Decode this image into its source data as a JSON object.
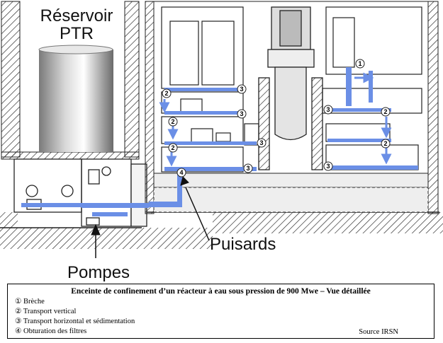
{
  "labels": {
    "reservoir_line1": "Réservoir",
    "reservoir_line2": "PTR",
    "puisards": "Puisards",
    "pompes": "Pompes"
  },
  "markers": [
    "1",
    "2",
    "3",
    "4"
  ],
  "caption": {
    "title": "Enceinte de confinement d’un réacteur à eau sous pression de 900 Mwe – Vue détaillée",
    "items": [
      "① Brèche",
      "② Transport vertical",
      "③ Transport horizontal et sédimentation",
      "④ Obturation des filtres"
    ],
    "source": "Source IRSN"
  },
  "colors": {
    "water": "#6b8fe6",
    "structure": "#222222",
    "floor": "#eeeeee",
    "background": "#ffffff"
  }
}
